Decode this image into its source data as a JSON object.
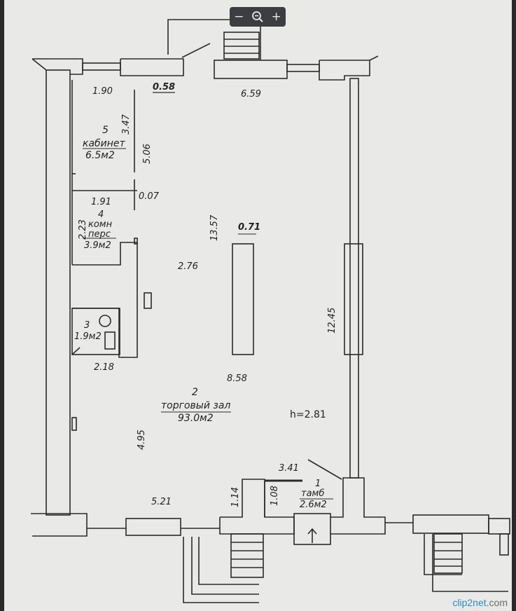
{
  "toolbar": {
    "zoom_out": "−",
    "zoom_reset": "zoom-icon",
    "zoom_in": "+"
  },
  "plan": {
    "room5": {
      "num": "5",
      "name": "кабинет",
      "area": "6.5м2"
    },
    "room4": {
      "num": "4",
      "name1": "комн",
      "name2": "перс",
      "area": "3.9м2"
    },
    "room3": {
      "num": "3",
      "area": "1.9м2"
    },
    "room2": {
      "num": "2",
      "name": "торговый зал",
      "area": "93.0м2"
    },
    "room1": {
      "num": "1",
      "name": "тамб",
      "area": "2.6м2"
    },
    "height": "h=2.81",
    "dims": {
      "d_1_90": "1.90",
      "d_0_58": "0.58",
      "d_6_59": "6.59",
      "d_3_47": "3.47",
      "d_5_06": "5.06",
      "d_1_91": "1.91",
      "d_0_07": "0.07",
      "d_2_23": "2.23",
      "d_13_57": "13.57",
      "d_0_71": "0.71",
      "d_2_76": "2.76",
      "d_12_45": "12.45",
      "d_2_18": "2.18",
      "d_8_58": "8.58",
      "d_4_95": "4.95",
      "d_3_41": "3.41",
      "d_5_21": "5.21",
      "d_1_14": "1.14",
      "d_1_08": "1.08"
    }
  },
  "watermark": {
    "brand": "clip2net",
    "suffix": ".com"
  },
  "colors": {
    "paper": "#e9e9e7",
    "line": "#2b2b2b",
    "frame": "#2a2a2c",
    "watermark": "#2a8bd0"
  }
}
